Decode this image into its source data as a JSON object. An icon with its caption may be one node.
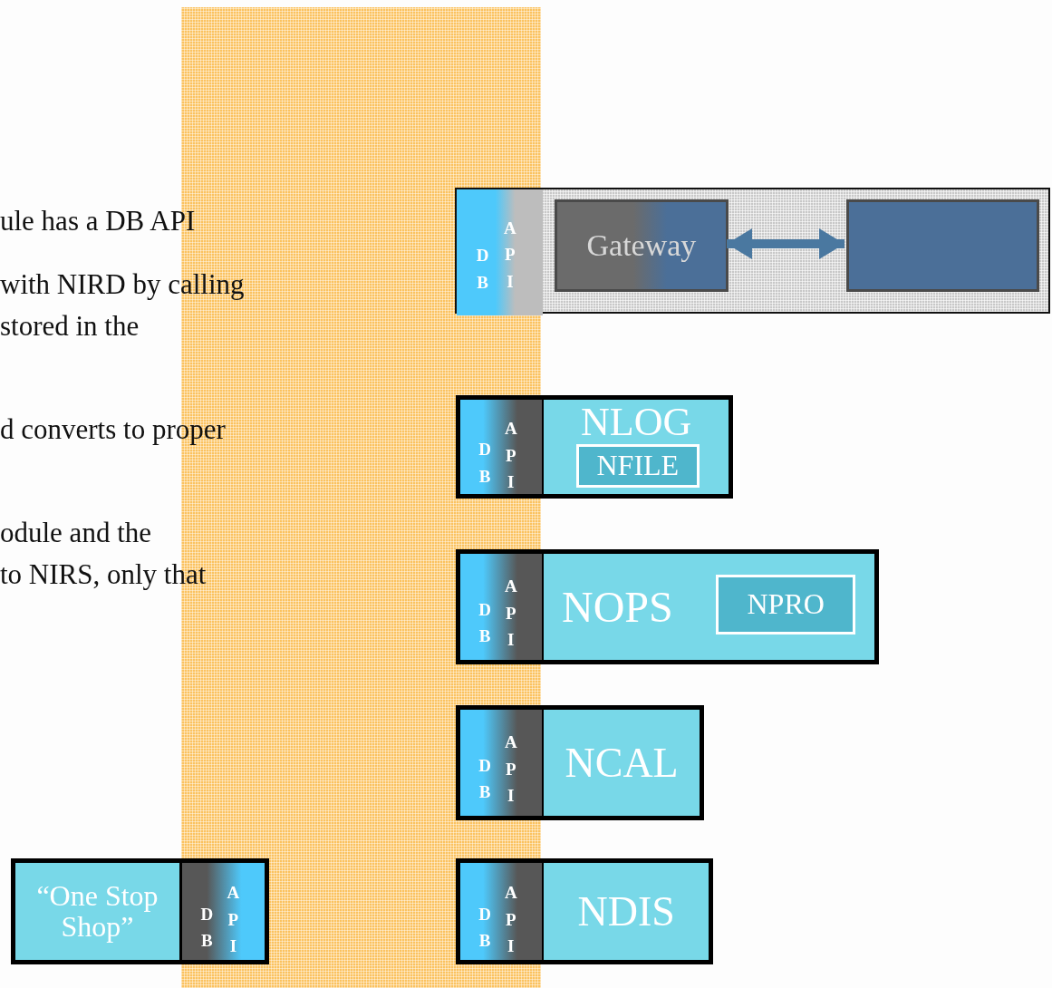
{
  "diagram": {
    "nodes": [
      {
        "text": [],
        "shape": "box"
      },
      {
        "text": [
          "D B",
          "A P I"
        ],
        "in": 0
      },
      {
        "text": [
          "Gateway"
        ],
        "in": 0
      },
      {
        "text": [],
        "shape": "box",
        "in": 0
      },
      {
        "text": [],
        "shape": "box"
      },
      {
        "text": [
          "D B",
          "A P I"
        ],
        "in": 4
      },
      {
        "text": [
          "NLOG"
        ],
        "in": 4
      },
      {
        "text": [
          "NFILE"
        ],
        "in": 6
      },
      {
        "text": [],
        "shape": "box"
      },
      {
        "text": [
          "D B",
          "A P I"
        ],
        "in": 8
      },
      {
        "text": [
          "NOPS"
        ],
        "in": 8
      },
      {
        "text": [
          "NPRO"
        ],
        "in": 10
      },
      {
        "text": [],
        "shape": "box"
      },
      {
        "text": [
          "D B",
          "A P I"
        ],
        "in": 12
      },
      {
        "text": [
          "NCAL"
        ],
        "in": 12
      },
      {
        "text": [],
        "shape": "box"
      },
      {
        "text": [
          "D B",
          "A P I"
        ],
        "in": 15
      },
      {
        "text": [
          "NDIS"
        ],
        "in": 15
      },
      {
        "text": [],
        "shape": "box"
      },
      {
        "text": [
          "“One Stop Shop”"
        ],
        "in": 18
      },
      {
        "text": [
          "D B",
          "A P I"
        ],
        "in": 18
      }
    ],
    "edges": [
      {
        "from": 2,
        "to": 3,
        "arrow": "both"
      }
    ],
    "labels": [
      "ule has a DB API",
      "with NIRD by calling",
      "stored in the",
      "d converts to proper",
      "odule and the",
      "to NIRS, only that"
    ]
  }
}
